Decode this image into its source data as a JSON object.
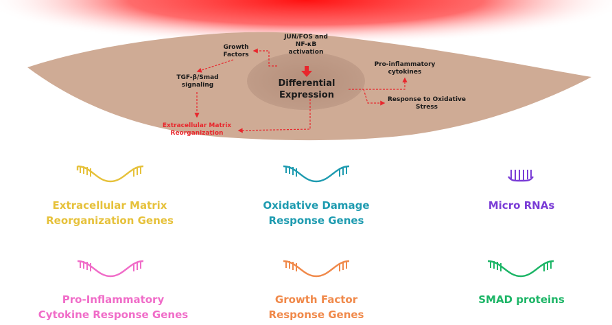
{
  "cell": {
    "nucleus_title_line1": "Differential",
    "nucleus_title_line2": "Expression",
    "activation_line1": "JUN/FOS and",
    "activation_line2": "NF-κB",
    "activation_line3": "activation",
    "growth_factors_line1": "Growth",
    "growth_factors_line2": "Factors",
    "tgf_line1": "TGF-β/Smad",
    "tgf_line2": "signaling",
    "proinflam_line1": "Pro-inflammatory",
    "proinflam_line2": "cytokines",
    "oxidative_line1": "Response to Oxidative",
    "oxidative_line2": "Stress",
    "ecm_line1": "Extracellular Matrix",
    "ecm_line2": "Reorganization"
  },
  "genes": [
    {
      "id": "ecm",
      "line1": "Extracellular Matrix",
      "line2": "Reorganization Genes",
      "color": "#e6c13a",
      "icon": "long-rna-icon"
    },
    {
      "id": "oxidative",
      "line1": "Oxidative Damage",
      "line2": "Response Genes",
      "color": "#1e9bb0",
      "icon": "long-rna-icon"
    },
    {
      "id": "micro",
      "line1": "Micro RNAs",
      "line2": "",
      "color": "#7a3cd6",
      "icon": "short-rna-icon"
    },
    {
      "id": "cytokine",
      "line1": "Pro-Inflammatory",
      "line2": "Cytokine Response Genes",
      "color": "#f06cc8",
      "icon": "long-rna-icon"
    },
    {
      "id": "growth",
      "line1": "Growth Factor",
      "line2": "Response Genes",
      "color": "#f0894a",
      "icon": "long-rna-icon"
    },
    {
      "id": "smad",
      "line1": "SMAD proteins",
      "line2": "",
      "color": "#1cb566",
      "icon": "long-rna-icon"
    }
  ],
  "colors": {
    "cell_fill": "#cfab95",
    "nucleus_fill": "#b89380",
    "red_glow": "#ff2020",
    "arrow_red": "#e8262c"
  }
}
